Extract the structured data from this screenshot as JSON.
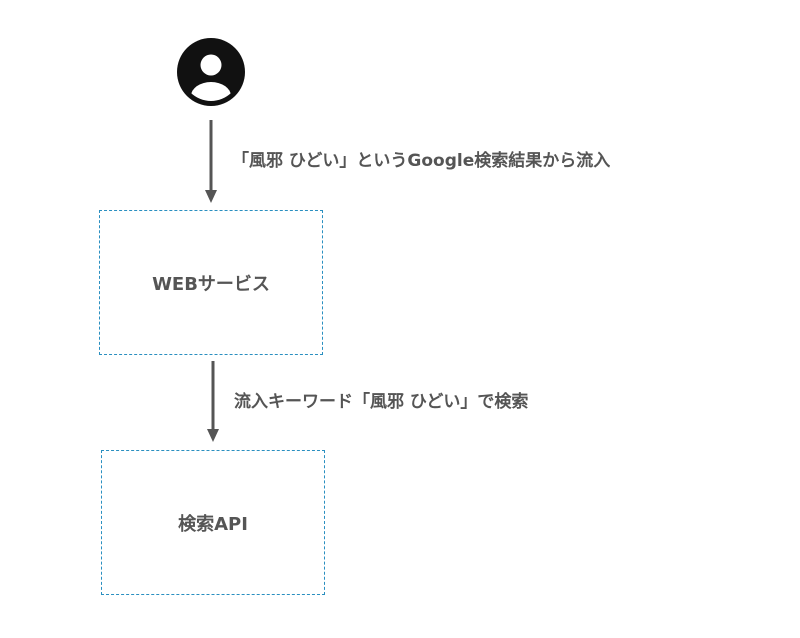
{
  "diagram": {
    "actor": {
      "icon": "user-avatar-icon"
    },
    "edges": [
      {
        "label": "「風邪 ひどい」というGoogle検索結果から流入"
      },
      {
        "label": "流入キーワード「風邪 ひどい」で検索"
      }
    ],
    "nodes": [
      {
        "label": "WEBサービス"
      },
      {
        "label": "検索API"
      }
    ],
    "colors": {
      "icon": "#111111",
      "arrow": "#555555",
      "text": "#555555",
      "node_border": "#2a8fc0"
    }
  }
}
